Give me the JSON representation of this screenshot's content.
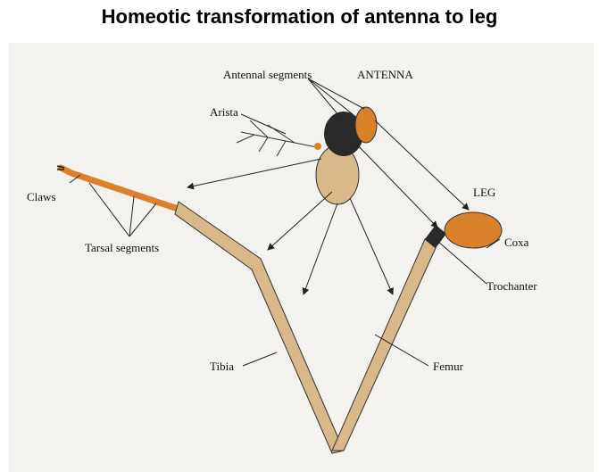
{
  "title": "Homeotic transformation of antenna to leg",
  "labels": {
    "antennal_segments": "Antennal segments",
    "antenna": "ANTENNA",
    "arista": "Arista",
    "claws": "Claws",
    "leg": "LEG",
    "coxa": "Coxa",
    "tarsal_segments": "Tarsal segments",
    "trochanter": "Trochanter",
    "tibia": "Tibia",
    "femur": "Femur"
  },
  "colors": {
    "tan": "#d9b98a",
    "orange": "#d9822b",
    "black": "#2a2a2a",
    "page": "#f3f2ef"
  }
}
